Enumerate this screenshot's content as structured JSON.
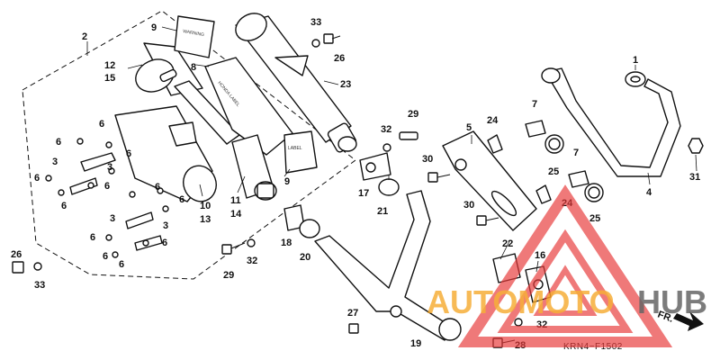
{
  "diagram": {
    "part_numbers": {
      "p1": "1",
      "p2": "2",
      "p3a": "3",
      "p3b": "3",
      "p3c": "3",
      "p3d": "3",
      "p4": "4",
      "p5": "5",
      "p6a": "6",
      "p6b": "6",
      "p6c": "6",
      "p6d": "6",
      "p6e": "6",
      "p6f": "6",
      "p6g": "6",
      "p6h": "6",
      "p6i": "6",
      "p6j": "6",
      "p6k": "6",
      "p6l": "6",
      "p7a": "7",
      "p7b": "7",
      "p8": "8",
      "p9a": "9",
      "p9b": "9",
      "p10": "10",
      "p11": "11",
      "p12": "12",
      "p13": "13",
      "p14": "14",
      "p15": "15",
      "p16": "16",
      "p17": "17",
      "p18": "18",
      "p19": "19",
      "p20": "20",
      "p21": "21",
      "p22": "22",
      "p23": "23",
      "p24a": "24",
      "p24b": "24",
      "p25a": "25",
      "p25b": "25",
      "p26a": "26",
      "p26b": "26",
      "p27": "27",
      "p28": "28",
      "p29a": "29",
      "p29b": "29",
      "p30a": "30",
      "p30b": "30",
      "p31": "31",
      "p32a": "32",
      "p32b": "32",
      "p32c": "32",
      "p33a": "33",
      "p33b": "33"
    },
    "diagram_code": "KRN4−F1502",
    "front_arrow_label": "FR.",
    "watermark": {
      "brand_part1": "AUTOMOTO",
      "brand_part2": "HUB",
      "color_primary": "#f5a623",
      "color_secondary": "#555555",
      "triangle_color": "#e8393a"
    }
  }
}
